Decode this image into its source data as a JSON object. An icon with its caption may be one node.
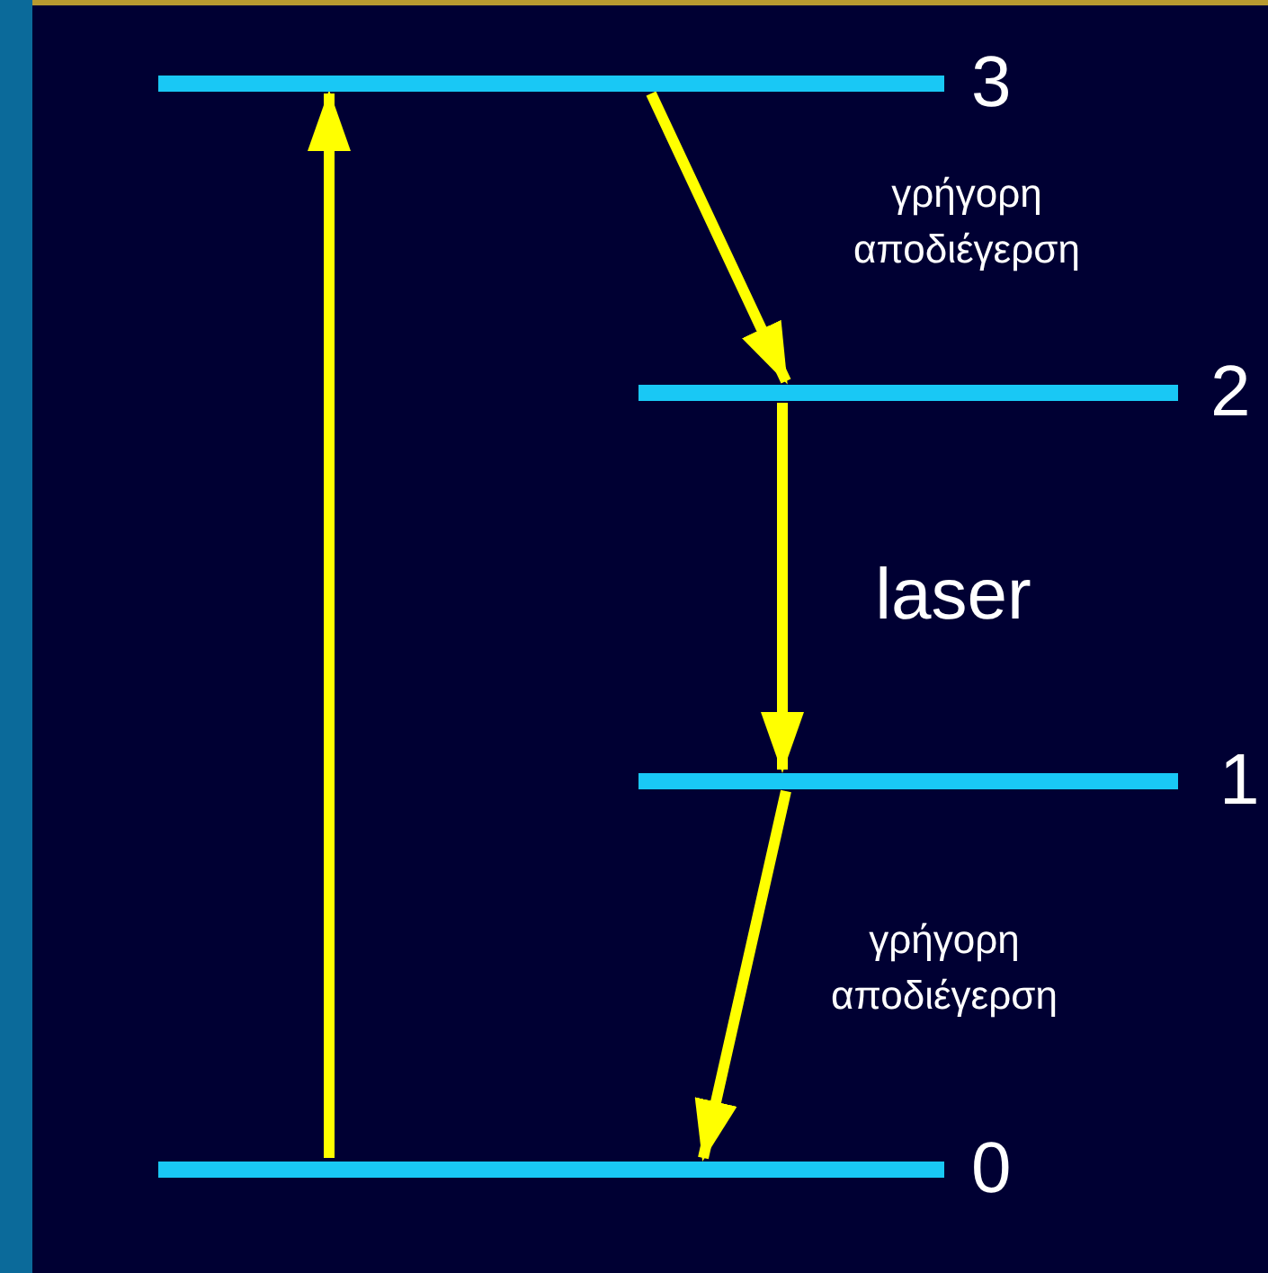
{
  "diagram": {
    "nodes": [
      {
        "text": [],
        "shape": "bar",
        "beside": [
          "3"
        ]
      },
      {
        "text": [],
        "shape": "bar",
        "beside": [
          "2"
        ]
      },
      {
        "text": [],
        "shape": "bar",
        "beside": [
          "1"
        ]
      },
      {
        "text": [],
        "shape": "bar",
        "beside": [
          "0"
        ]
      }
    ],
    "edges": [
      {
        "from": 3,
        "to": 0,
        "arrow": "to"
      },
      {
        "from": 0,
        "to": 1,
        "arrow": "to",
        "label": "γρήγορη αποδιέγερση"
      },
      {
        "from": 1,
        "to": 2,
        "arrow": "to",
        "label": "laser"
      },
      {
        "from": 2,
        "to": 3,
        "arrow": "to",
        "label": "γρήγορη αποδιέγερση"
      }
    ]
  }
}
